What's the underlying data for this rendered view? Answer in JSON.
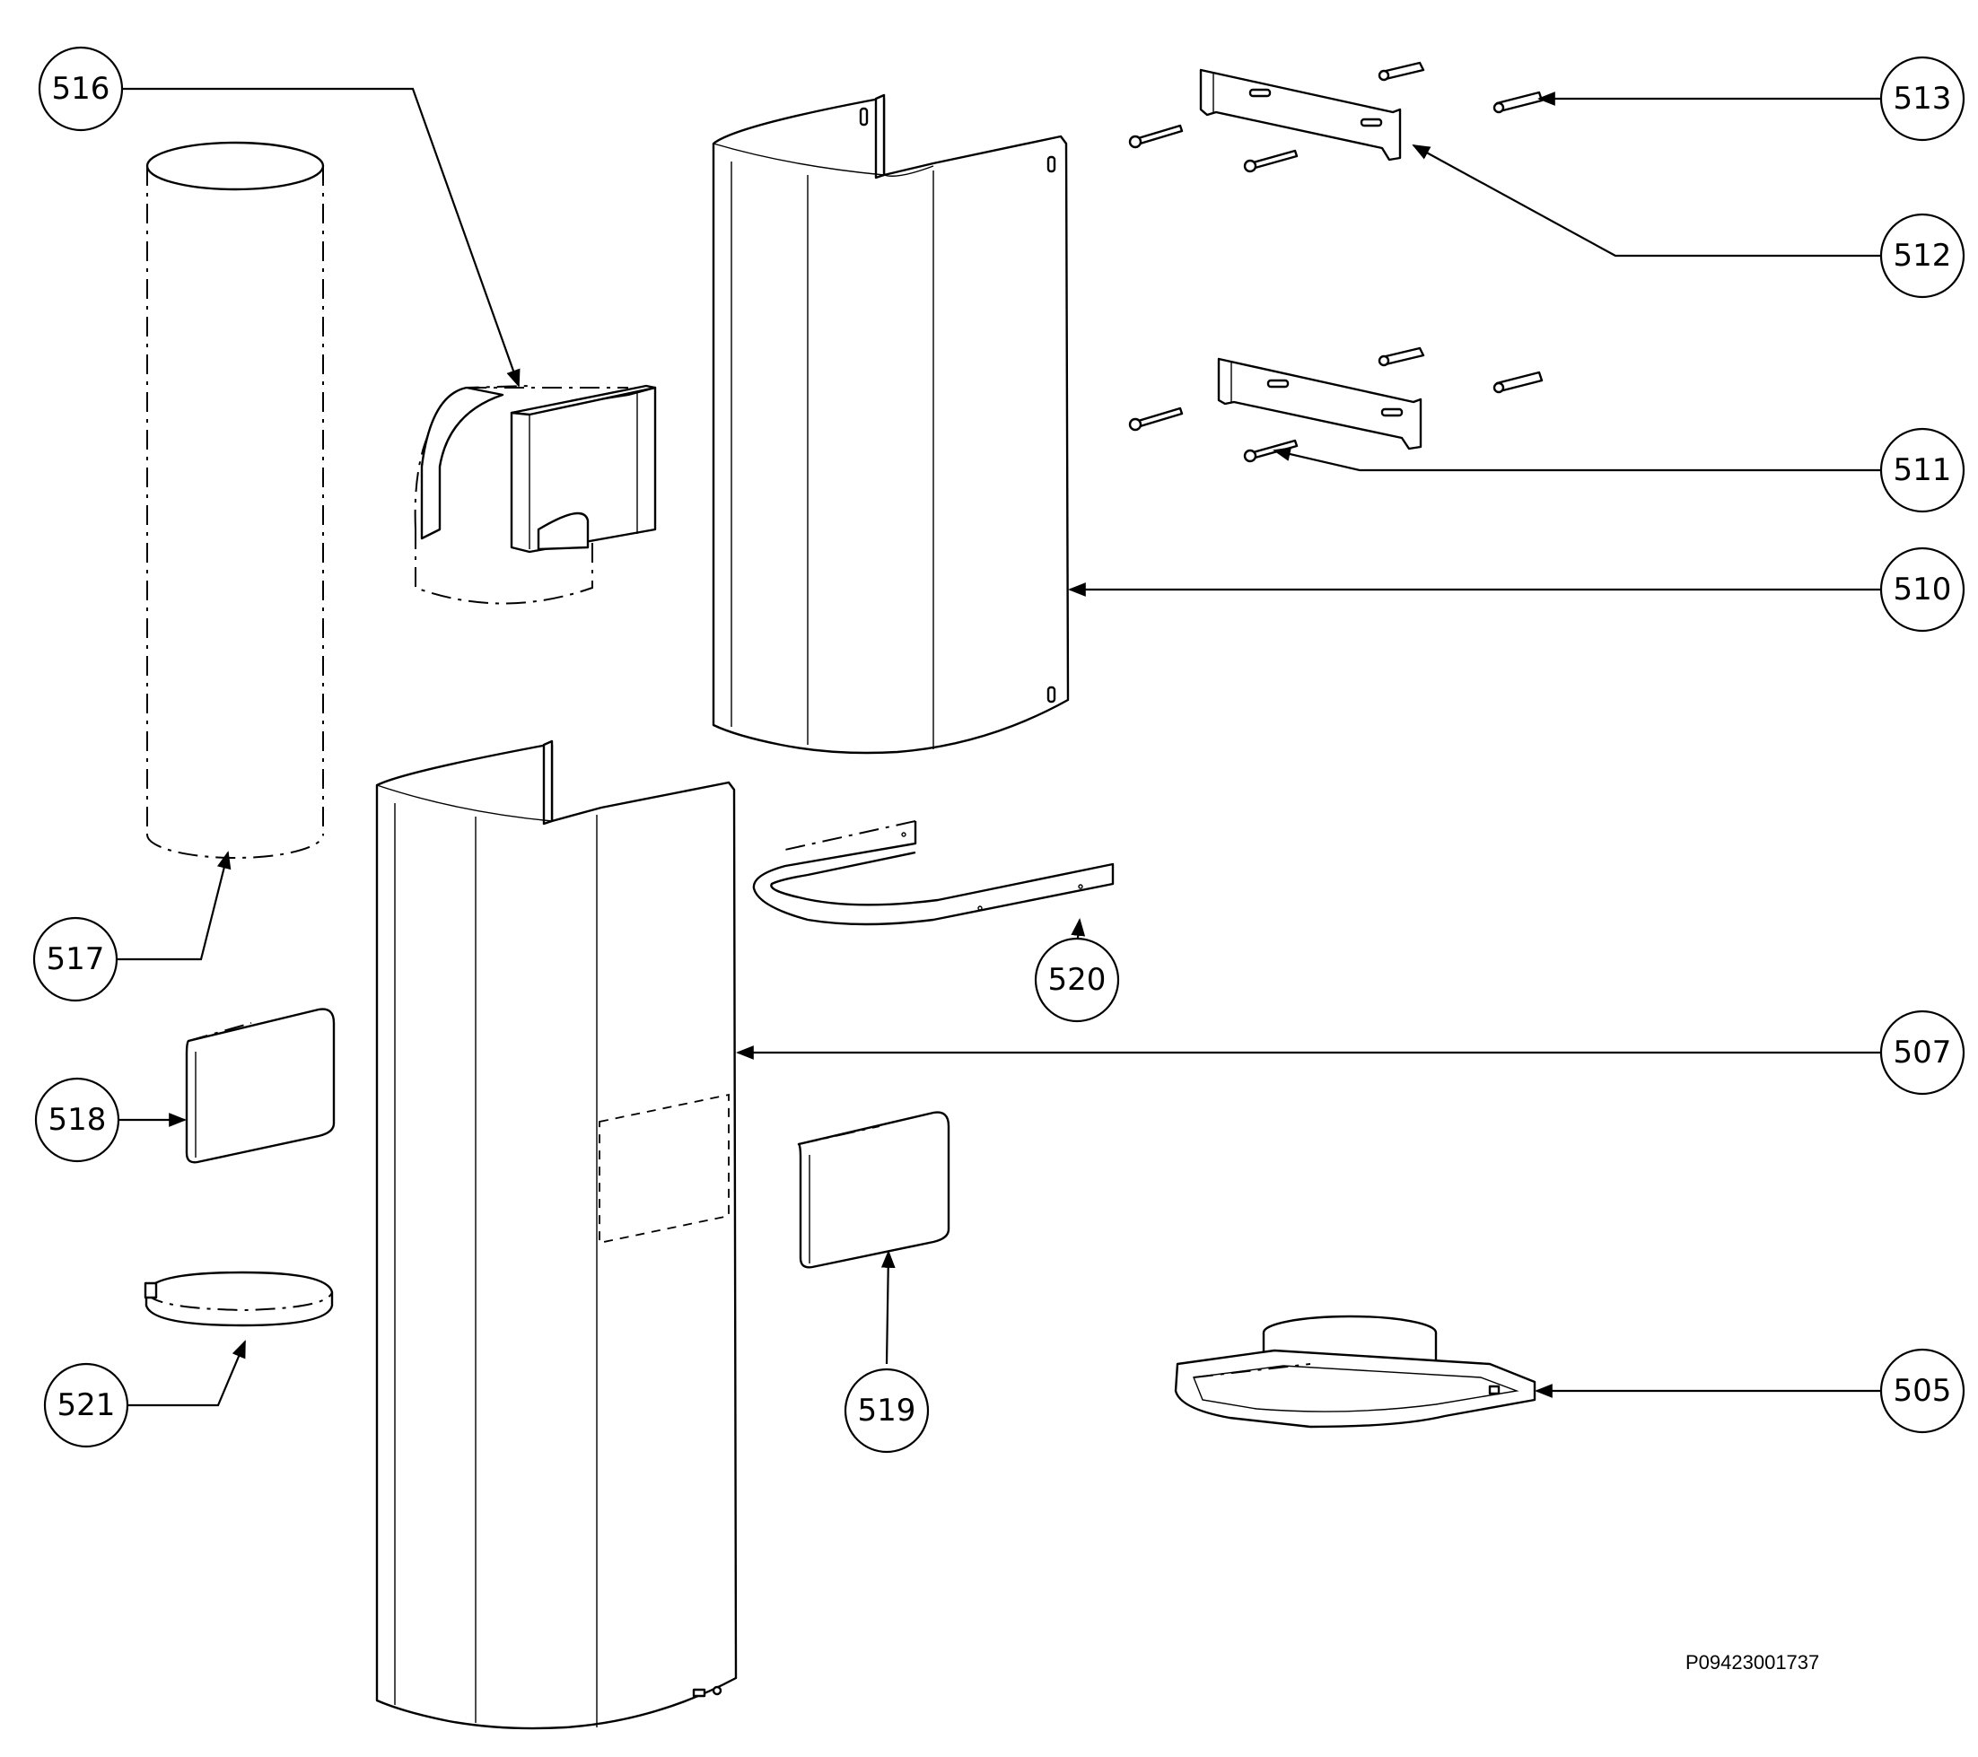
{
  "drawing_code": "P09423001737",
  "callouts": [
    {
      "id": "505",
      "label": "505"
    },
    {
      "id": "507",
      "label": "507"
    },
    {
      "id": "510",
      "label": "510"
    },
    {
      "id": "511",
      "label": "511"
    },
    {
      "id": "512",
      "label": "512"
    },
    {
      "id": "513",
      "label": "513"
    },
    {
      "id": "516",
      "label": "516"
    },
    {
      "id": "517",
      "label": "517"
    },
    {
      "id": "518",
      "label": "518"
    },
    {
      "id": "519",
      "label": "519"
    },
    {
      "id": "520",
      "label": "520"
    },
    {
      "id": "521",
      "label": "521"
    }
  ]
}
